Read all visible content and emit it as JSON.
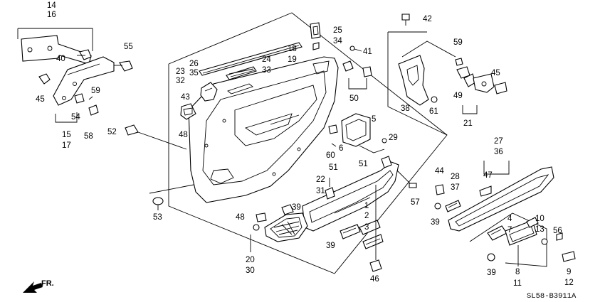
{
  "diagram": {
    "code": "SL58-B3911A",
    "direction_label": "FR."
  },
  "labels": {
    "l14": "14",
    "l16": "16",
    "l55": "55",
    "l40": "40",
    "l45a": "45",
    "l59a": "59",
    "l54": "54",
    "l58": "58",
    "l15": "15",
    "l17": "17",
    "l52": "52",
    "l48a": "48",
    "l53": "53",
    "l23": "23",
    "l32": "32",
    "l43": "43",
    "l26": "26",
    "l35": "35",
    "l24": "24",
    "l33": "33",
    "l18": "18",
    "l19": "19",
    "l25": "25",
    "l34": "34",
    "l41": "41",
    "l42": "42",
    "l50": "50",
    "l5": "5",
    "l6": "6",
    "l60": "60",
    "l38": "38",
    "l61": "61",
    "l59b": "59",
    "l49": "49",
    "l45b": "45",
    "l21": "21",
    "l29": "29",
    "l51a": "51",
    "l51b": "51",
    "l22": "22",
    "l31": "31",
    "l57": "57",
    "l1": "1",
    "l2": "2",
    "l3": "3",
    "l39a": "39",
    "l48b": "48",
    "l39b": "39",
    "l20": "20",
    "l30": "30",
    "l46": "46",
    "l27": "27",
    "l36": "36",
    "l44": "44",
    "l28": "28",
    "l37": "37",
    "l47": "47",
    "l39c": "39",
    "l4": "4",
    "l7": "7",
    "l10": "10",
    "l13": "13",
    "l56": "56",
    "l8": "8",
    "l11": "11",
    "l9": "9",
    "l12": "12",
    "l39d": "39"
  }
}
